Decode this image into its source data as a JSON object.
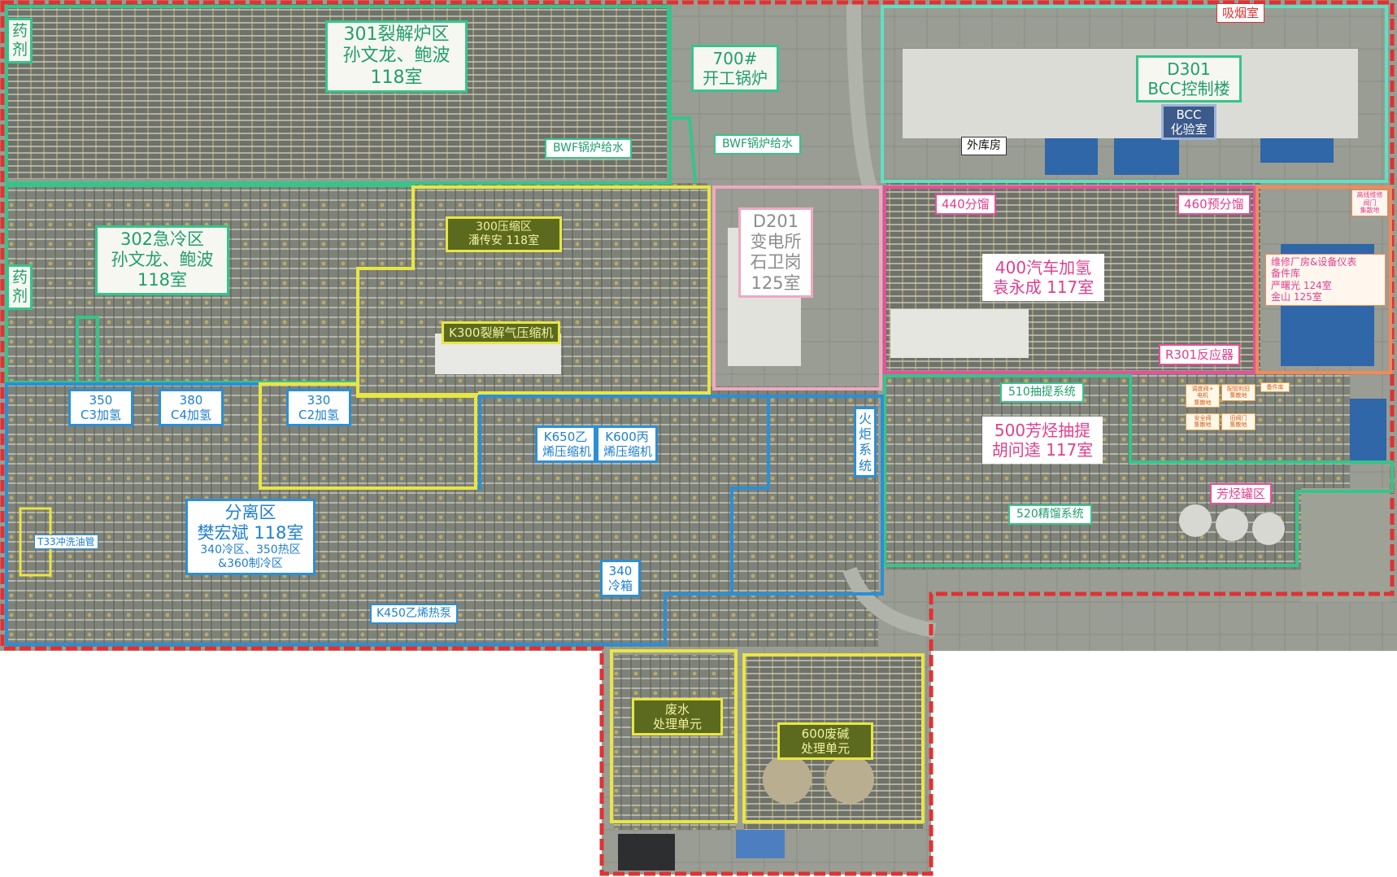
{
  "colors": {
    "site_boundary": "#e03232",
    "zone_green": "#35c58a",
    "zone_yellow": "#e8e645",
    "zone_blue": "#2b8fd6",
    "zone_pink": "#e94f9a",
    "zone_light_pink": "#f0a8c0",
    "zone_salmon": "#f08a58",
    "zone_teal": "#5fe0c0",
    "ground": "#8e9389",
    "equipment": "#6a6d62"
  },
  "labels": {
    "yaoji_top": "药剂",
    "yaoji_mid": "药剂",
    "z301": [
      "301裂解炉区",
      "孙文龙、鲍波",
      "118室"
    ],
    "bwf_1": "BWF锅炉给水",
    "z700": [
      "700#",
      "开工锅炉"
    ],
    "bwf_2": "BWF锅炉给水",
    "smoking": "吸烟室",
    "d301": [
      "D301",
      "BCC控制楼"
    ],
    "bcc_lab": [
      "BCC",
      "化验室"
    ],
    "warehouse": "外库房",
    "z302": [
      "302急冷区",
      "孙文龙、鲍波",
      "118室"
    ],
    "z300": [
      "300压缩区",
      "潘传安  118室"
    ],
    "k300": "K300裂解气压缩机",
    "d201": [
      "D201",
      "变电所",
      "石卫岗",
      "125室"
    ],
    "l440": "440分馏",
    "l460": "460预分馏",
    "z400": [
      "400汽车加氢",
      "袁永成 117室"
    ],
    "r301": "R301反应器",
    "high_valve": [
      "高线维修",
      "阀门",
      "集散地"
    ],
    "maintenance": [
      "维修厂房&设备仪表",
      "备件库",
      "严曙光 124室",
      "金山 125室"
    ],
    "l510": "510抽提系统",
    "z500": [
      "500芳烃抽提",
      "胡问逵 117室"
    ],
    "small_1": [
      "调度阀+",
      "电机",
      "集散地"
    ],
    "small_2": [
      "配管利旧",
      "集散地"
    ],
    "small_3": "备件库",
    "small_4": [
      "安全阀",
      "集散地"
    ],
    "small_5": [
      "旧阀门",
      "集散地"
    ],
    "l520": "520精馏系统",
    "aromatics_tank": "芳烃罐区",
    "l350": [
      "350",
      "C3加氢"
    ],
    "l380": [
      "380",
      "C4加氢"
    ],
    "l330": [
      "330",
      "C2加氢"
    ],
    "k650": [
      "K650乙",
      "烯压缩机"
    ],
    "k600": [
      "K600丙",
      "烯压缩机"
    ],
    "flare": [
      "火",
      "炬",
      "系",
      "统"
    ],
    "separation": [
      "分离区",
      "樊宏斌 118室",
      "340冷区、350热区",
      "&360制冷区"
    ],
    "t33": "T33冲洗油管",
    "cold_box": [
      "340",
      "冷箱"
    ],
    "k450": "K450乙烯热泵",
    "wastewater": [
      "废水",
      "处理单元"
    ],
    "caustic": [
      "600废碱",
      "处理单元"
    ]
  }
}
